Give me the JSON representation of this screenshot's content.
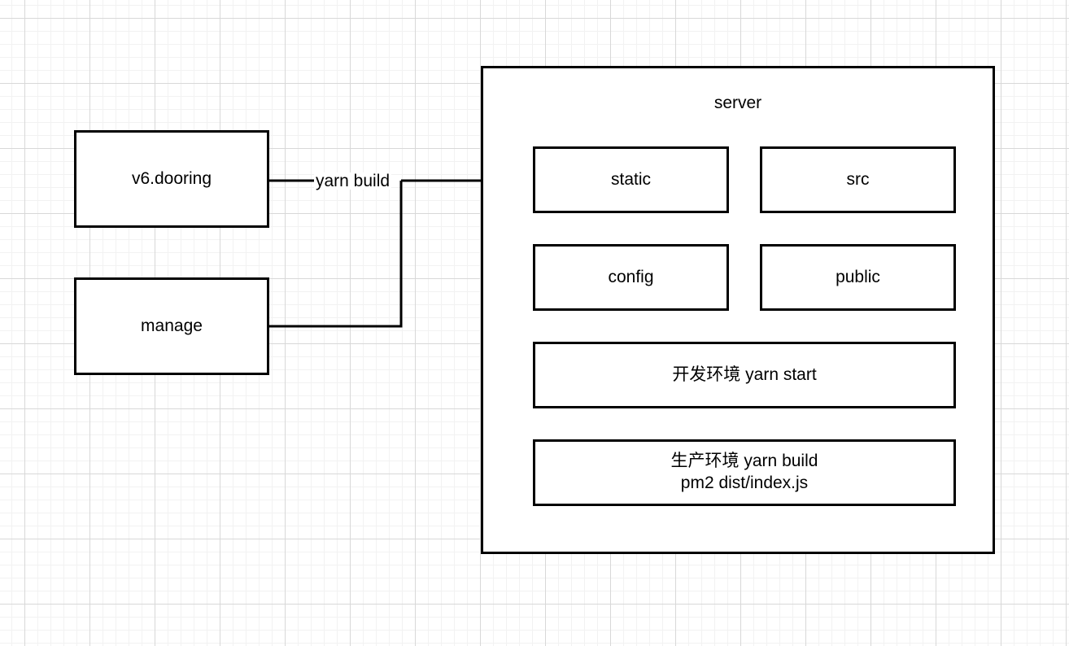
{
  "diagram": {
    "title": "server architecture flow",
    "background": {
      "page_color": "#ffffff",
      "grid_minor_color": "#f2f2f2",
      "grid_major_color": "#d8d8d8"
    },
    "stroke_color": "#000000",
    "fill_color": "#ffffff"
  },
  "nodes": [
    {
      "id": "v6dooring",
      "label": "v6.dooring"
    },
    {
      "id": "manage",
      "label": "manage"
    },
    {
      "id": "static",
      "label": "static"
    },
    {
      "id": "src",
      "label": "src"
    },
    {
      "id": "config",
      "label": "config"
    },
    {
      "id": "public",
      "label": "public"
    },
    {
      "id": "dev_env",
      "label": "开发环境 yarn start"
    },
    {
      "id": "prod_env",
      "label": "生产环境 yarn build\npm2 dist/index.js"
    }
  ],
  "container": {
    "id": "server",
    "label": "server"
  },
  "edges": [
    {
      "id": "edge-v6dooring-to-static",
      "from": "v6.dooring",
      "to": "static",
      "label": "yarn build",
      "arrow": "filled-triangle"
    },
    {
      "id": "edge-manage-to-static",
      "from": "manage",
      "to": "static",
      "label": "",
      "arrow": "none"
    }
  ]
}
